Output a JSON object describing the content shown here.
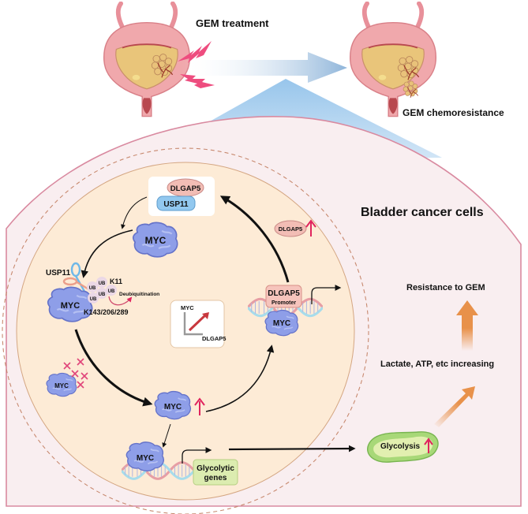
{
  "top": {
    "treatment_label": "GEM treatment",
    "resistance_label": "GEM chemoresistance"
  },
  "cell": {
    "title": "Bladder cancer cells",
    "resistance_label": "Resistance to GEM",
    "metabolites_label": "Lactate, ATP, etc increasing",
    "glycolysis_label": "Glycolysis"
  },
  "nucleus": {
    "complex": {
      "dlgap5": "DLGAP5",
      "usp11": "USP11"
    },
    "myc_free": "MYC",
    "usp11_label": "USP11",
    "ub_label": "UB",
    "k11_label": "K11",
    "deubiquitination_label": "Deubiquitination",
    "sites_label": "K143/206/289",
    "myc_bound": "MYC",
    "myc_degraded": "MYC",
    "myc_up": "MYC",
    "myc_glyco": "MYC",
    "glycolytic_genes_label": [
      "Glycolytic",
      "genes"
    ],
    "dlgap5_up_label": "DLGAP5",
    "promoter": {
      "gene": "DLGAP5",
      "label": "Promoter"
    },
    "myc_promoter": "MYC",
    "correlation": {
      "y_label": "MYC",
      "x_label": "DLGAP5"
    }
  },
  "colors": {
    "cell_bg": "#f9eef0",
    "cell_border": "#d98aa0",
    "nucleus_bg": "#fdebd6",
    "myc_fill": "#8e9ee8",
    "up_arrow": "#e0245e",
    "orange_arrow": "#e8914a",
    "dlgap5_fill": "#f2bdb5",
    "usp11_fill": "#92c8ef",
    "glyco_box": "#dcecb0",
    "mito_fill": "#a8d878"
  }
}
